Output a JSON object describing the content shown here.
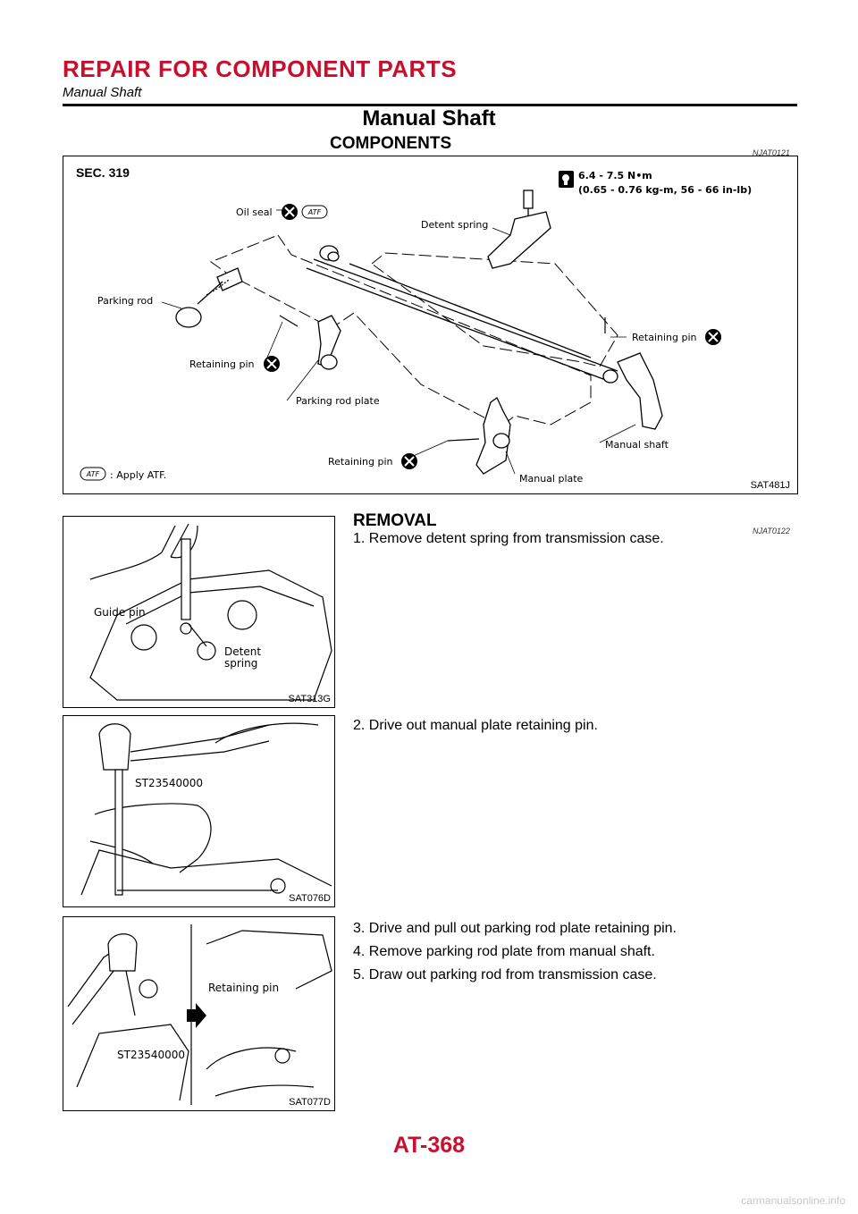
{
  "header": {
    "title": "REPAIR FOR COMPONENT PARTS",
    "subtitle": "Manual Shaft"
  },
  "section_title": "Manual Shaft",
  "components": {
    "heading": "COMPONENTS",
    "ref": "NJAT0121",
    "figure": {
      "sec": "SEC. 319",
      "torque_line1": "6.4 - 7.5 N•m",
      "torque_line2": "(0.65 - 0.76 kg-m, 56 - 66 in-lb)",
      "labels": {
        "oil_seal": "Oil seal",
        "detent_spring": "Detent spring",
        "parking_rod": "Parking rod",
        "retaining_pin_right": "Retaining pin",
        "retaining_pin_left": "Retaining pin",
        "parking_rod_plate": "Parking rod plate",
        "manual_shaft": "Manual shaft",
        "retaining_pin_bottom": "Retaining pin",
        "manual_plate": "Manual plate"
      },
      "atf_badge": "ATF",
      "legend": ": Apply ATF.",
      "code": "SAT481J"
    }
  },
  "removal": {
    "heading": "REMOVAL",
    "ref": "NJAT0122",
    "steps": [
      "1. Remove detent spring from transmission case.",
      "2. Drive out manual plate retaining pin.",
      "3. Drive and pull out parking rod plate retaining pin.",
      "4. Remove parking rod plate from manual shaft.",
      "5. Draw out parking rod from transmission case."
    ],
    "figures": [
      {
        "code": "SAT313G",
        "label1": "Guide pin",
        "label2a": "Detent",
        "label2b": "spring"
      },
      {
        "code": "SAT076D",
        "label1": "ST23540000"
      },
      {
        "code": "SAT077D",
        "label1": "Retaining pin",
        "label2": "ST23540000"
      }
    ]
  },
  "footer": {
    "page": "AT-368"
  },
  "watermark": "carmanualsonline.info"
}
